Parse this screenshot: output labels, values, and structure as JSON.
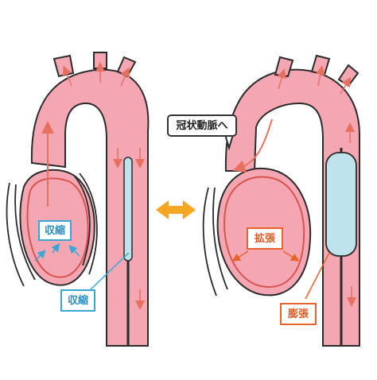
{
  "diagram": {
    "left_panel": {
      "heart_label": "収縮",
      "balloon_label": "収縮"
    },
    "center_arrow": "double-arrow-icon",
    "right_panel": {
      "coronary_callout": "冠状動脈へ",
      "heart_label": "拡張",
      "balloon_label": "膨張"
    },
    "colors": {
      "vessel": "#f4a7b3",
      "vessel_outline": "#2b2b2b",
      "heart_inner": "#d9534f",
      "flow_arrow": "#e8705f",
      "balloon": "#bfe3ea",
      "blue_label": "#3aa6d6",
      "orange_label": "#e8632c",
      "double_arrow": "#f5a623"
    }
  }
}
